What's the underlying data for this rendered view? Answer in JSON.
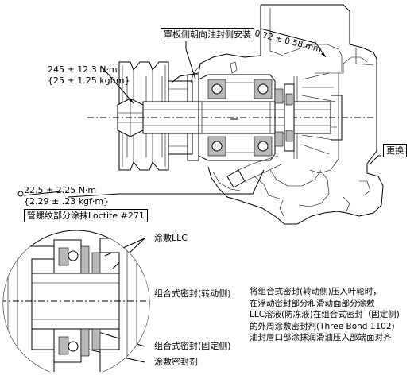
{
  "callouts": {
    "shroud_install": "罩板侧朝向油封侧安装",
    "clearance": "0.72 ± 0.58 mm",
    "torque_upper_nm": "245 ± 12.3 N·m",
    "torque_upper_kgf": "{25 ± 1.25 kgf·m}",
    "torque_lower_nm": "22.5 ± 2.25 N·m",
    "torque_lower_kgf": "{2.29 ± .23 kgf·m}",
    "loctite": "管螺纹部分涂抹Loctite #271",
    "replace": "更换",
    "apply_llc": "涂敷LLC",
    "seal_rotating": "组合式密封(转动侧)",
    "seal_fixed": "组合式密封(固定侧)",
    "apply_sealant": "涂敷密封剂"
  },
  "note_lines": [
    "将组合式密封(转动侧)压入叶轮时，",
    "在浮动密封部分和滑动面部分涂敷",
    "LLC溶液(防冻液)在组合式密封（固定侧)",
    "的外周涂敷密封剂(Three Bond 1102)",
    "油封唇口部涂抹润滑油压入部端面对齐"
  ]
}
